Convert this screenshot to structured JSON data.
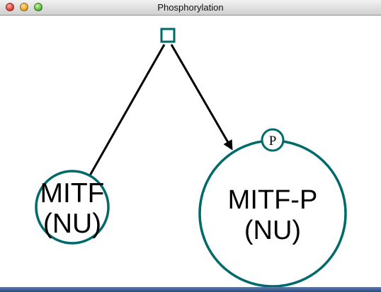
{
  "window": {
    "title": "Phosphorylation"
  },
  "diagram": {
    "process": {
      "name": "process-node"
    },
    "nodes": [
      {
        "id": "mitf",
        "line1": "MITF",
        "line2": "(NU)"
      },
      {
        "id": "mitf-p",
        "line1": "MITF-P",
        "line2": "(NU)"
      }
    ],
    "state_variable": {
      "label": "P"
    },
    "colors": {
      "node_stroke": "#006a6a",
      "edge": "#000000",
      "background": "#ffffff"
    }
  }
}
